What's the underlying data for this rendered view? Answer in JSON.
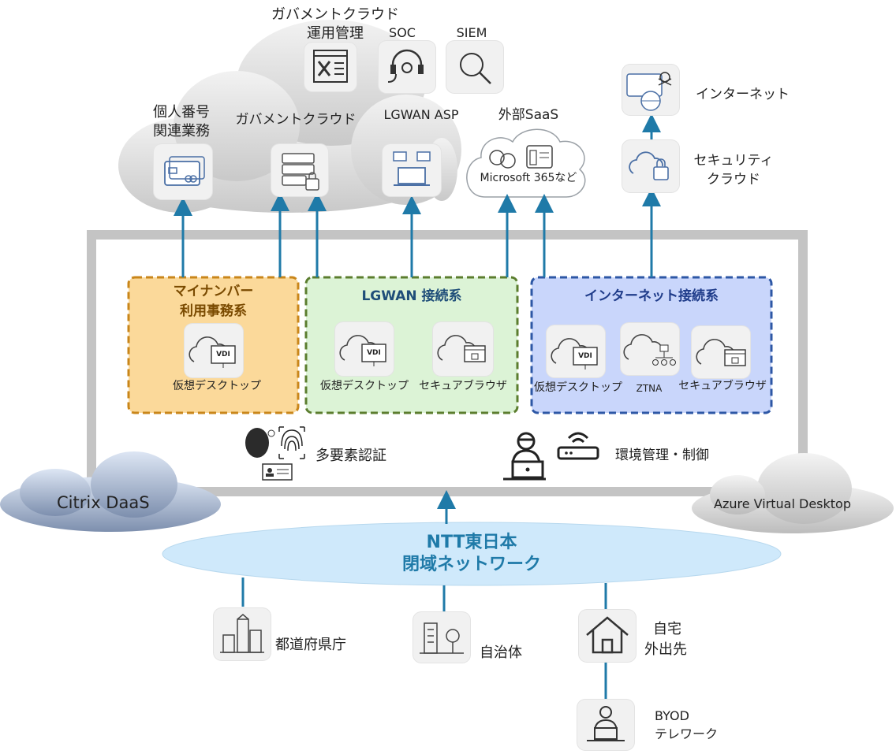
{
  "gov_cloud": {
    "ops_line1": "ガバメントクラウド",
    "ops_line2": "運用管理",
    "soc": "SOC",
    "siem": "SIEM",
    "mynumber_line1": "個人番号",
    "mynumber_line2": "関連業務",
    "gov_cloud_label": "ガバメントクラウド",
    "lgwan_asp": "LGWAN ASP"
  },
  "external_saas": {
    "title": "外部SaaS",
    "inner": "Microsoft 365など"
  },
  "right_stack": {
    "internet": "インターネット",
    "security_line1": "セキュリティ",
    "security_line2": "クラウド"
  },
  "zones": {
    "mynumber": {
      "title_line1": "マイナンバー",
      "title_line2": "利用事務系",
      "items": [
        "仮想デスクトップ"
      ]
    },
    "lgwan": {
      "title": "LGWAN 接続系",
      "items": [
        "仮想デスクトップ",
        "セキュアブラウザ"
      ]
    },
    "internet": {
      "title": "インターネット接続系",
      "items": [
        "仮想デスクトップ",
        "ZTNA",
        "セキュアブラウザ"
      ]
    }
  },
  "platform": {
    "mfa": "多要素認証",
    "env_mgmt": "環境管理・制御",
    "citrix": "Citrix DaaS",
    "azure": "Azure Virtual Desktop",
    "vdi_tag": "VDI"
  },
  "network": {
    "line1": "NTT東日本",
    "line2": "閉域ネットワーク"
  },
  "endpoints": {
    "prefecture": "都道府県庁",
    "municipality": "自治体",
    "home_line1": "自宅",
    "home_line2": "外出先",
    "byod_line1": "BYOD",
    "byod_line2": "テレワーク"
  },
  "colors": {
    "arrow": "#1f7aa8",
    "mynumber_fill": "#fbd99a",
    "mynumber_border": "#c9861a",
    "lgwan_fill": "#dcf3d6",
    "lgwan_border": "#5b7d2e",
    "internet_fill": "#c9d6fb",
    "internet_border": "#2d57a5",
    "network_fill": "#cfe9fb",
    "network_text": "#1f7aa8"
  },
  "icons": [
    "card-icon",
    "server-lock-icon",
    "laptop-mail-icon",
    "ops-console-icon",
    "headset-icon",
    "magnifier-icon",
    "chat-cloud-icon",
    "skull-browser-icon",
    "cloud-lock-icon",
    "vdi-cloud-icon",
    "secure-browser-cloud-icon",
    "ztna-cloud-icon",
    "face-icon",
    "fingerprint-icon",
    "id-card-icon",
    "operator-icon",
    "router-icon",
    "building-icon",
    "city-hall-icon",
    "house-icon",
    "byod-user-icon"
  ]
}
